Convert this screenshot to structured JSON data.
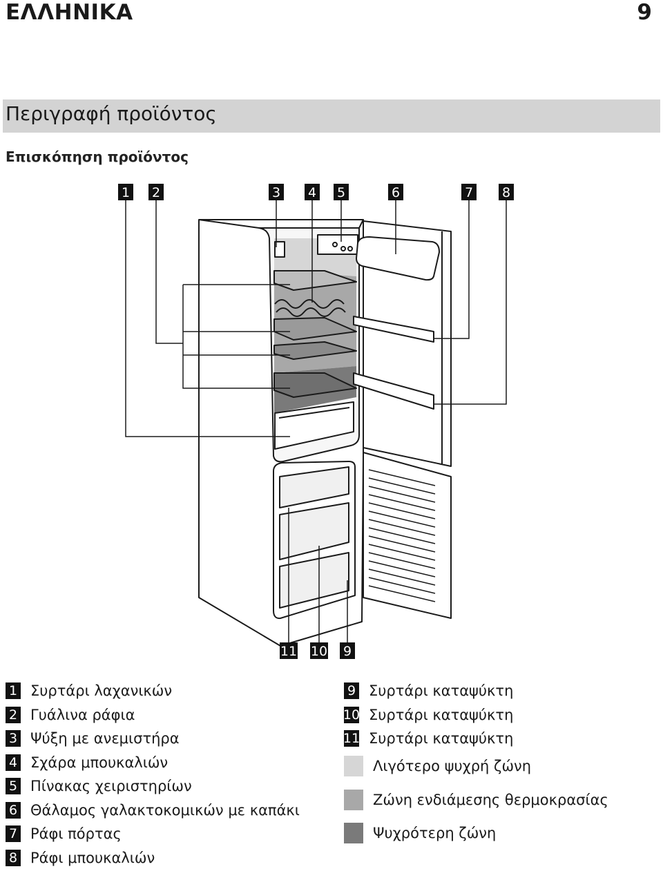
{
  "header": {
    "language": "ΕΛΛΗΝΙΚΑ",
    "page_number": "9"
  },
  "section": {
    "title": "Περιγραφή προϊόντος",
    "subtitle": "Επισκόπηση προϊόντος"
  },
  "diagram_callouts": {
    "top": [
      "1",
      "2",
      "3",
      "4",
      "5",
      "6",
      "7",
      "8"
    ],
    "bottom": [
      "11",
      "10",
      "9"
    ]
  },
  "legend_left": [
    {
      "num": "1",
      "text": "Συρτάρι λαχανικών"
    },
    {
      "num": "2",
      "text": "Γυάλινα ράφια"
    },
    {
      "num": "3",
      "text": "Ψύξη με ανεμιστήρα"
    },
    {
      "num": "4",
      "text": "Σχάρα μπουκαλιών"
    },
    {
      "num": "5",
      "text": "Πίνακας χειριστηρίων"
    },
    {
      "num": "6",
      "text": "Θάλαμος γαλακτοκομικών με καπάκι"
    },
    {
      "num": "7",
      "text": "Ράφι πόρτας"
    },
    {
      "num": "8",
      "text": "Ράφι μπουκαλιών"
    }
  ],
  "legend_right": [
    {
      "num": "9",
      "text": "Συρτάρι καταψύκτη"
    },
    {
      "num": "10",
      "text": "Συρτάρι καταψύκτη"
    },
    {
      "num": "11",
      "text": "Συρτάρι καταψύκτη"
    }
  ],
  "zones": [
    {
      "text": "Λιγότερο ψυχρή ζώνη",
      "color": "#d6d6d6"
    },
    {
      "text": "Ζώνη ενδιάμεσης θερμοκρασίας",
      "color": "#a8a8a8"
    },
    {
      "text": "Ψυχρότερη ζώνη",
      "color": "#7a7a7a"
    }
  ]
}
